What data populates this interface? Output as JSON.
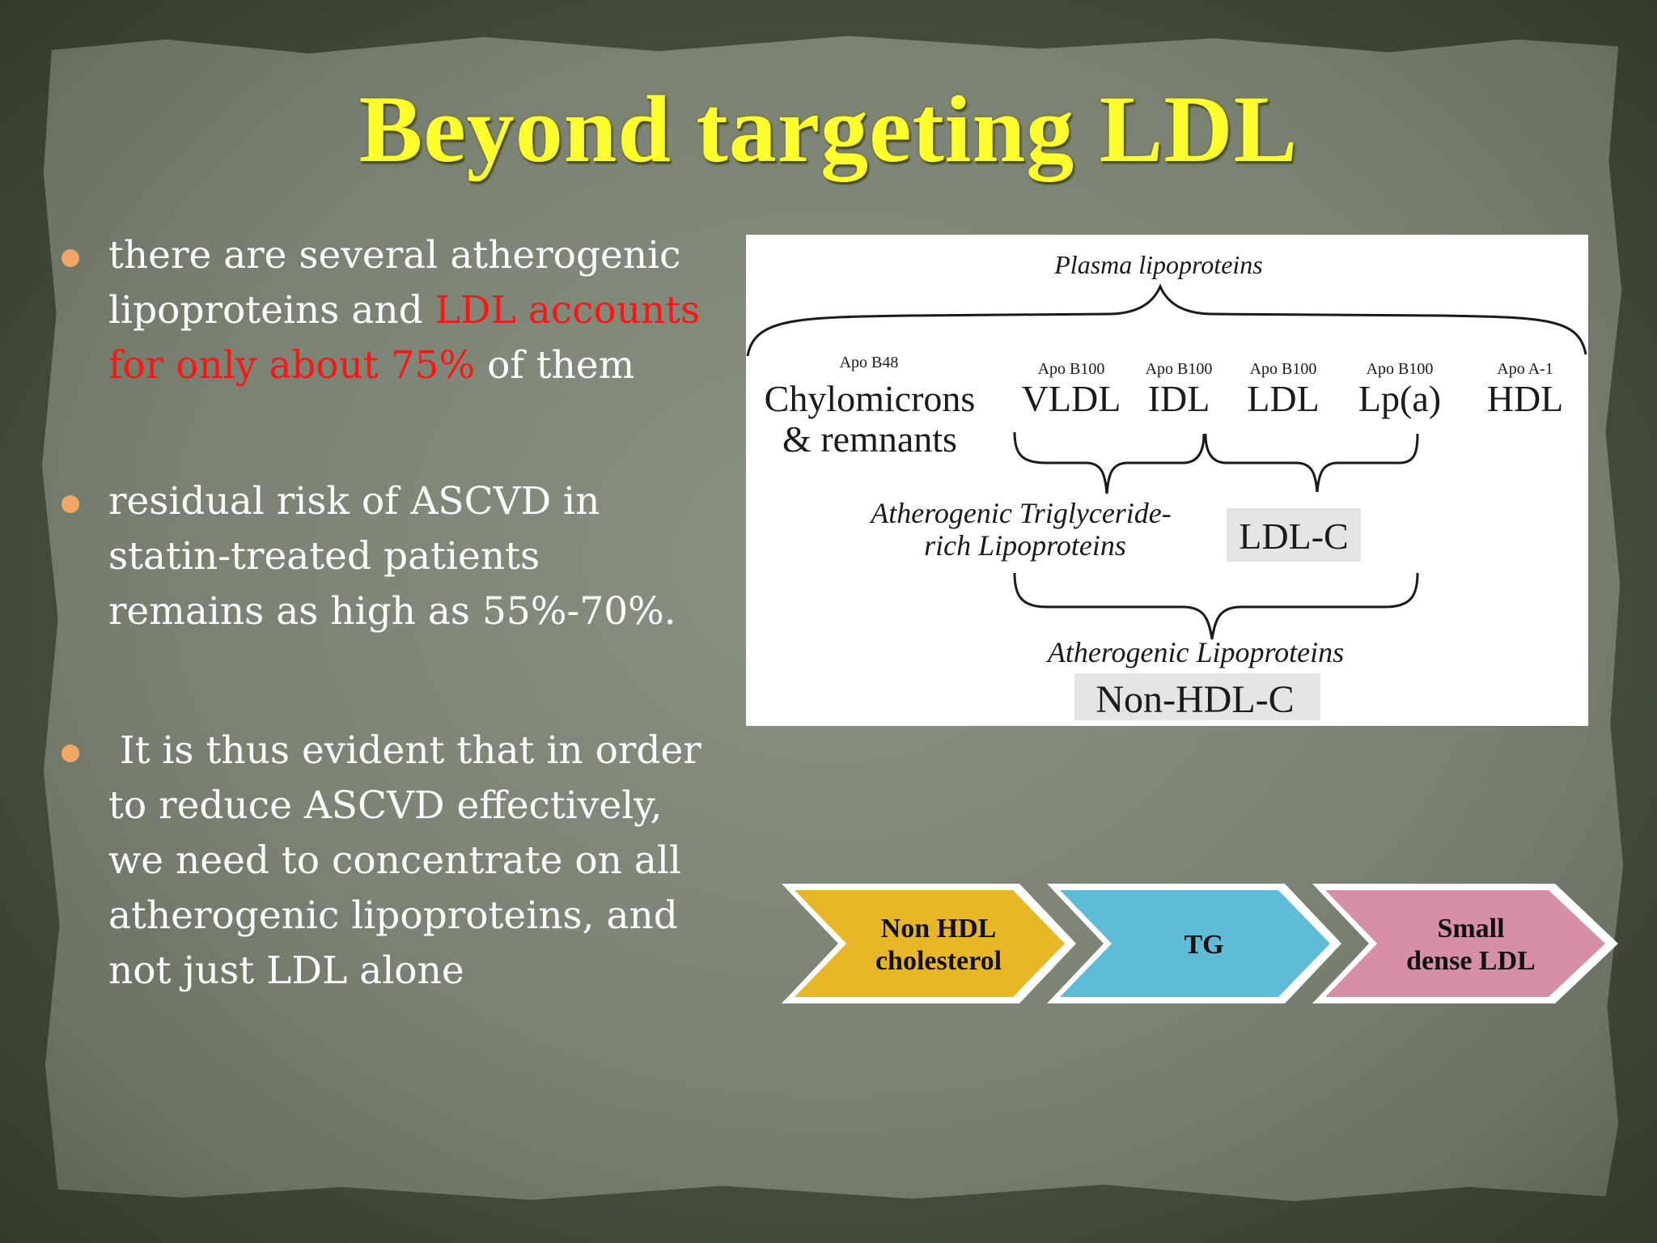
{
  "slide": {
    "title": "Beyond targeting LDL"
  },
  "bullets": [
    {
      "lines": [
        {
          "text": "there are several atherogenic"
        },
        {
          "text": "lipoproteins and ",
          "highlight": "LDL accounts"
        },
        {
          "highlight": "for only about 75%",
          "rest": " of them"
        }
      ]
    },
    {
      "lines": [
        {
          "text": "residual risk of ASCVD in"
        },
        {
          "text": "statin-treated patients"
        },
        {
          "text": "remains as high as 55%-70%."
        }
      ]
    },
    {
      "lines": [
        {
          "text": "It is thus evident that in order"
        },
        {
          "text": "to reduce ASCVD effectively,"
        },
        {
          "text": "we need to concentrate on all"
        },
        {
          "text": "atherogenic lipoproteins, and"
        },
        {
          "text": "not just LDL alone"
        }
      ]
    }
  ],
  "diagram": {
    "header": "Plasma lipoproteins",
    "items": [
      {
        "apo": "Apo B48",
        "name": "Chylomicrons",
        "name2": "& remnants"
      },
      {
        "apo": "Apo B100",
        "name": "VLDL"
      },
      {
        "apo": "Apo B100",
        "name": "IDL"
      },
      {
        "apo": "Apo B100",
        "name": "LDL"
      },
      {
        "apo": "Apo B100",
        "name": "Lp(a)"
      },
      {
        "apo": "Apo A-1",
        "name": "HDL"
      }
    ],
    "tg_label_1": "Atherogenic Triglyceride-",
    "tg_label_2": "rich Lipoproteins",
    "ldlc_label": "LDL-C",
    "athero_label": "Atherogenic Lipoproteins",
    "nonhdl_label": "Non-HDL-C"
  },
  "process": [
    {
      "line1": "Non HDL",
      "line2": "cholesterol",
      "color": "#e8b627"
    },
    {
      "line1": "TG",
      "line2": "",
      "color": "#5fbcd8"
    },
    {
      "line1": "Small",
      "line2": "dense LDL",
      "color": "#d68fa5"
    }
  ],
  "colors": {
    "title": "#ffff2e",
    "bullet_dot": "#f1a766",
    "highlight": "#ff1414",
    "background": "#7b8374"
  }
}
